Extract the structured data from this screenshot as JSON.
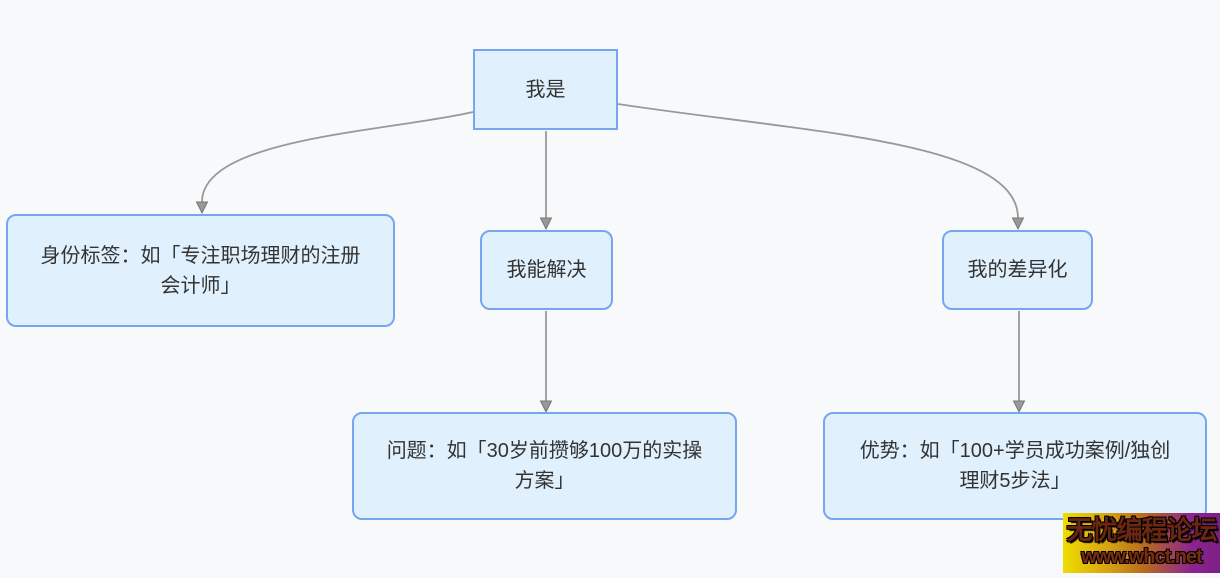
{
  "page": {
    "background_color": "#f8f9fa"
  },
  "diagram": {
    "type": "flowchart",
    "node_style": {
      "fill_color": "#e0f0fc",
      "border_color": "#76a6f0",
      "text_color": "#333333"
    },
    "connector_color": "#999999",
    "nodes": {
      "root": {
        "label": "我是"
      },
      "identity": {
        "label": "身份标签：如「专注职场理财的注册会计师」"
      },
      "solve": {
        "label": "我能解决"
      },
      "differentiation": {
        "label": "我的差异化"
      },
      "problem": {
        "label": "问题：如「30岁前攒够100万的实操方案」"
      },
      "advantage": {
        "label": "优势：如「100+学员成功案例/独创理财5步法」"
      }
    },
    "edges": [
      {
        "from": "root",
        "to": "identity"
      },
      {
        "from": "root",
        "to": "solve"
      },
      {
        "from": "root",
        "to": "differentiation"
      },
      {
        "from": "solve",
        "to": "problem"
      },
      {
        "from": "differentiation",
        "to": "advantage"
      }
    ]
  },
  "watermark": {
    "title": "无忧编程论坛",
    "url": "www.whct.net",
    "gradient_left_color": "#eedd00",
    "gradient_right_color": "#8d2392",
    "text_color": "#6b2510"
  }
}
